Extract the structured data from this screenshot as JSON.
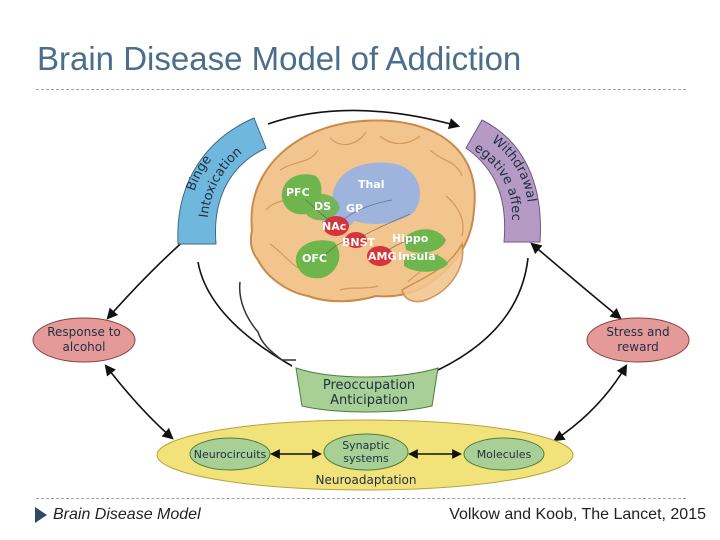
{
  "slide": {
    "title": "Brain Disease Model of Addiction",
    "footer_left": "Brain Disease Model",
    "footer_right": "Volkow and Koob, The Lancet, 2015"
  },
  "cycle": {
    "binge": {
      "line1": "Binge",
      "line2": "Intoxication",
      "color": "#6fb7dd"
    },
    "withdrawal": {
      "line1": "Withdrawal",
      "line2": "Negative affect",
      "color": "#b49ac4"
    },
    "preoccupation": {
      "line1": "Preoccupation",
      "line2": "Anticipation",
      "color": "#a8cf96"
    }
  },
  "side_nodes": {
    "response": {
      "line1": "Response to",
      "line2": "alcohol",
      "color": "#e59a9a"
    },
    "stress": {
      "line1": "Stress and",
      "line2": "reward",
      "color": "#e59a9a"
    }
  },
  "neuroadaptation": {
    "label": "Neuroadaptation",
    "neurocircuits": "Neurocircuits",
    "synaptic_line1": "Synaptic",
    "synaptic_line2": "systems",
    "molecules": "Molecules",
    "band_color": "#f2e27a",
    "node_color": "#a8cf96"
  },
  "brain_regions": {
    "pfc": "PFC",
    "thal": "Thal",
    "ds": "DS",
    "gp": "GP",
    "nac": "NAc",
    "bnst": "BNST",
    "hippo": "Hippo",
    "ofc": "OFC",
    "amg": "AMG",
    "insula": "Insula"
  },
  "colors": {
    "brain_fill": "#f2c58e",
    "brain_stroke": "#c98a4a",
    "region_green": "#6db54c",
    "region_blue": "#9fb4dc",
    "region_red": "#d8343a",
    "title": "#4a6e8c"
  }
}
